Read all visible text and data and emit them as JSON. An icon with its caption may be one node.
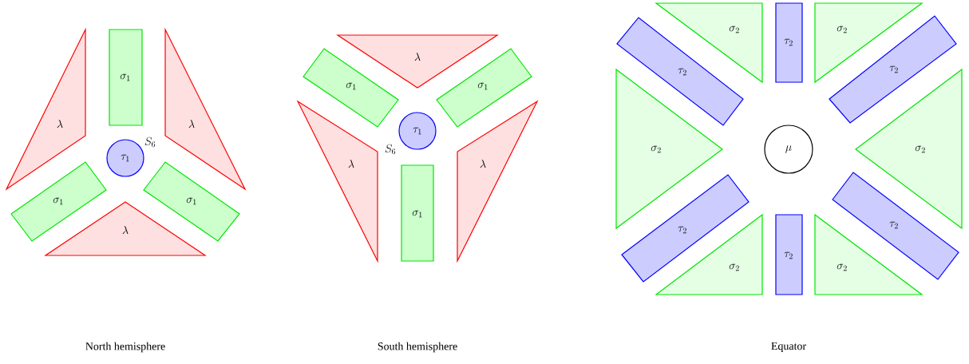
{
  "diagram": {
    "nodes": [
      {
        "text": [
          "\\sigma_1"
        ]
      },
      {
        "text": [
          "\\lambda"
        ]
      },
      {
        "text": [
          "\\lambda"
        ]
      },
      {
        "text": [
          "\\tau_1"
        ],
        "beside": [
          "S_6"
        ]
      },
      {
        "text": [
          "\\sigma_1"
        ]
      },
      {
        "text": [
          "\\sigma_1"
        ]
      },
      {
        "text": [
          "\\lambda"
        ]
      },
      {
        "text": [
          "\\lambda"
        ]
      },
      {
        "text": [
          "\\sigma_1"
        ]
      },
      {
        "text": [
          "\\sigma_1"
        ]
      },
      {
        "text": [
          "\\tau_1"
        ],
        "beside": [
          "S_6"
        ]
      },
      {
        "text": [
          "\\lambda"
        ]
      },
      {
        "text": [
          "\\lambda"
        ]
      },
      {
        "text": [
          "\\sigma_1"
        ]
      },
      {
        "text": [
          "\\sigma_2"
        ]
      },
      {
        "text": [
          "\\tau_2"
        ]
      },
      {
        "text": [
          "\\sigma_2"
        ]
      },
      {
        "text": [
          "\\tau_2"
        ]
      },
      {
        "text": [
          "\\tau_2"
        ]
      },
      {
        "text": [
          "\\sigma_2"
        ]
      },
      {
        "text": [
          "\\mu"
        ]
      },
      {
        "text": [
          "\\sigma_2"
        ]
      },
      {
        "text": [
          "\\tau_2"
        ]
      },
      {
        "text": [
          "\\tau_2"
        ]
      },
      {
        "text": [
          "\\sigma_2"
        ]
      },
      {
        "text": [
          "\\tau_2"
        ]
      },
      {
        "text": [
          "\\sigma_2"
        ]
      }
    ],
    "labels": [
      "North hemisphere",
      "South hemisphere",
      "Equator"
    ]
  }
}
